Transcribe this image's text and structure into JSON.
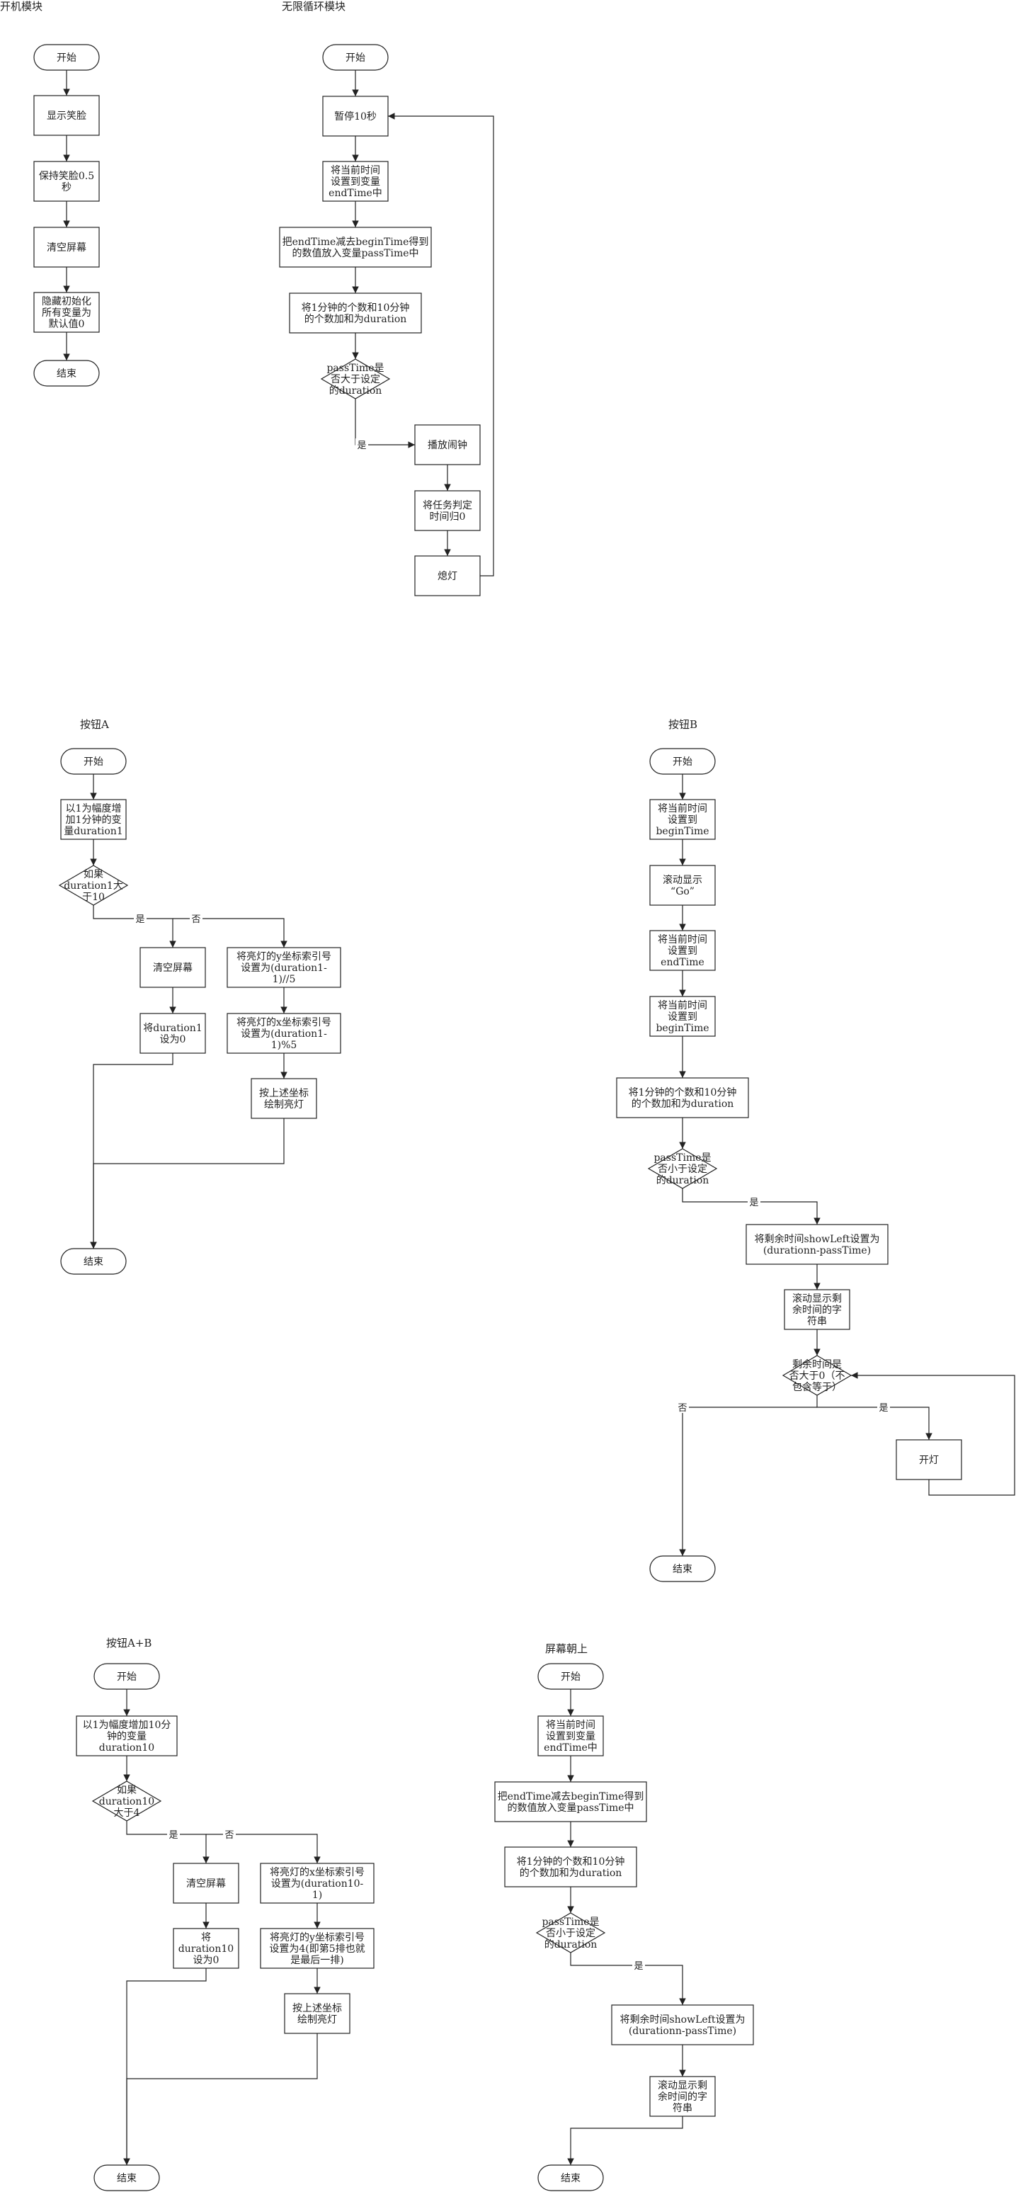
{
  "sections": [
    {
      "id": "boot",
      "title": "开机模块"
    },
    {
      "id": "loop",
      "title": "无限循环模块"
    },
    {
      "id": "btnA",
      "title": "按钮A"
    },
    {
      "id": "btnB",
      "title": "按钮B"
    },
    {
      "id": "btnAB",
      "title": "按钮A+B"
    },
    {
      "id": "screenUp",
      "title": "屏幕朝上"
    }
  ],
  "nodes": [
    {
      "id": "boot_start",
      "type": "terminal",
      "text": "开始"
    },
    {
      "id": "boot_1",
      "type": "process",
      "text": "显示笑脸"
    },
    {
      "id": "boot_2",
      "type": "process",
      "text": "保持笑脸0.5\n秒"
    },
    {
      "id": "boot_3",
      "type": "process",
      "text": "清空屏幕"
    },
    {
      "id": "boot_4",
      "type": "process",
      "text": "隐藏初始化\n所有变量为\n默认值0"
    },
    {
      "id": "boot_end",
      "type": "terminal",
      "text": "结束"
    },
    {
      "id": "loop_start",
      "type": "terminal",
      "text": "开始"
    },
    {
      "id": "loop_1",
      "type": "process",
      "text": "暂停10秒"
    },
    {
      "id": "loop_2",
      "type": "process",
      "text": "将当前时间\n设置到变量\nendTime中"
    },
    {
      "id": "loop_3",
      "type": "process",
      "text": "把endTime减去beginTime得到\n的数值放入变量passTime中"
    },
    {
      "id": "loop_4",
      "type": "process",
      "text": "将1分钟的个数和10分钟\n的个数加和为duration"
    },
    {
      "id": "loop_d",
      "type": "decision",
      "text": "passTime是\n否大于设定\n的duration"
    },
    {
      "id": "loop_5",
      "type": "process",
      "text": "播放闹钟"
    },
    {
      "id": "loop_6",
      "type": "process",
      "text": "将任务判定\n时间归0"
    },
    {
      "id": "loop_7",
      "type": "process",
      "text": "熄灯"
    },
    {
      "id": "a_start",
      "type": "terminal",
      "text": "开始"
    },
    {
      "id": "a_1",
      "type": "process",
      "text": "以1为幅度增\n加1分钟的变\n量duration1"
    },
    {
      "id": "a_d",
      "type": "decision",
      "text": "如果\nduration1大\n于10"
    },
    {
      "id": "a_y1",
      "type": "process",
      "text": "清空屏幕"
    },
    {
      "id": "a_y2",
      "type": "process",
      "text": "将duration1\n设为0"
    },
    {
      "id": "a_n1",
      "type": "process",
      "text": "将亮灯的y坐标索引号\n设置为(duration1-\n1)//5"
    },
    {
      "id": "a_n2",
      "type": "process",
      "text": "将亮灯的x坐标索引号\n设置为(duration1-\n1)%5"
    },
    {
      "id": "a_n3",
      "type": "process",
      "text": "按上述坐标\n绘制亮灯"
    },
    {
      "id": "a_end",
      "type": "terminal",
      "text": "结束"
    },
    {
      "id": "b_start",
      "type": "terminal",
      "text": "开始"
    },
    {
      "id": "b_1",
      "type": "process",
      "text": "将当前时间\n设置到\nbeginTime"
    },
    {
      "id": "b_2",
      "type": "process",
      "text": "滚动显示\n“Go”"
    },
    {
      "id": "b_3",
      "type": "process",
      "text": "将当前时间\n设置到\nendTime"
    },
    {
      "id": "b_4",
      "type": "process",
      "text": "将当前时间\n设置到\nbeginTime"
    },
    {
      "id": "b_5",
      "type": "process",
      "text": "将1分钟的个数和10分钟\n的个数加和为duration"
    },
    {
      "id": "b_d1",
      "type": "decision",
      "text": "passTime是\n否小于设定\n的duration"
    },
    {
      "id": "b_6",
      "type": "process",
      "text": "将剩余时间showLeft设置为\n(durationn-passTime)"
    },
    {
      "id": "b_7",
      "type": "process",
      "text": "滚动显示剩\n余时间的字\n符串"
    },
    {
      "id": "b_d2",
      "type": "decision",
      "text": "剩余时间是\n否大于0（不\n包含等于）"
    },
    {
      "id": "b_8",
      "type": "process",
      "text": "开灯"
    },
    {
      "id": "b_end",
      "type": "terminal",
      "text": "结束"
    },
    {
      "id": "ab_start",
      "type": "terminal",
      "text": "开始"
    },
    {
      "id": "ab_1",
      "type": "process",
      "text": "以1为幅度增加10分\n钟的变量\nduration10"
    },
    {
      "id": "ab_d",
      "type": "decision",
      "text": "如果\nduration10\n大于4"
    },
    {
      "id": "ab_y1",
      "type": "process",
      "text": "清空屏幕"
    },
    {
      "id": "ab_y2",
      "type": "process",
      "text": "将\nduration10\n设为0"
    },
    {
      "id": "ab_n1",
      "type": "process",
      "text": "将亮灯的x坐标索引号\n设置为(duration10-\n1)"
    },
    {
      "id": "ab_n2",
      "type": "process",
      "text": "将亮灯的y坐标索引号\n设置为4(即第5排也就\n是最后一排)"
    },
    {
      "id": "ab_n3",
      "type": "process",
      "text": "按上述坐标\n绘制亮灯"
    },
    {
      "id": "ab_end",
      "type": "terminal",
      "text": "结束"
    },
    {
      "id": "s_start",
      "type": "terminal",
      "text": "开始"
    },
    {
      "id": "s_1",
      "type": "process",
      "text": "将当前时间\n设置到变量\nendTime中"
    },
    {
      "id": "s_2",
      "type": "process",
      "text": "把endTime减去beginTime得到\n的数值放入变量passTime中"
    },
    {
      "id": "s_3",
      "type": "process",
      "text": "将1分钟的个数和10分钟\n的个数加和为duration"
    },
    {
      "id": "s_d",
      "type": "decision",
      "text": "passTime是\n否小于设定\n的duration"
    },
    {
      "id": "s_4",
      "type": "process",
      "text": "将剩余时间showLeft设置为\n(durationn-passTime)"
    },
    {
      "id": "s_5",
      "type": "process",
      "text": "滚动显示剩\n余时间的字\n符串"
    },
    {
      "id": "s_end",
      "type": "terminal",
      "text": "结束"
    }
  ],
  "edges": [
    {
      "from": "boot_start",
      "to": "boot_1"
    },
    {
      "from": "boot_1",
      "to": "boot_2"
    },
    {
      "from": "boot_2",
      "to": "boot_3"
    },
    {
      "from": "boot_3",
      "to": "boot_4"
    },
    {
      "from": "boot_4",
      "to": "boot_end"
    },
    {
      "from": "loop_start",
      "to": "loop_1"
    },
    {
      "from": "loop_1",
      "to": "loop_2"
    },
    {
      "from": "loop_2",
      "to": "loop_3"
    },
    {
      "from": "loop_3",
      "to": "loop_4"
    },
    {
      "from": "loop_4",
      "to": "loop_d"
    },
    {
      "from": "loop_d",
      "to": "loop_5",
      "label": "是"
    },
    {
      "from": "loop_5",
      "to": "loop_6"
    },
    {
      "from": "loop_6",
      "to": "loop_7"
    },
    {
      "from": "loop_7",
      "to": "loop_1"
    },
    {
      "from": "a_start",
      "to": "a_1"
    },
    {
      "from": "a_1",
      "to": "a_d"
    },
    {
      "from": "a_d",
      "to": "a_y1",
      "label": "是"
    },
    {
      "from": "a_d",
      "to": "a_n1",
      "label": "否"
    },
    {
      "from": "a_y1",
      "to": "a_y2"
    },
    {
      "from": "a_n1",
      "to": "a_n2"
    },
    {
      "from": "a_n2",
      "to": "a_n3"
    },
    {
      "from": "a_y2",
      "to": "a_end"
    },
    {
      "from": "a_n3",
      "to": "a_end"
    },
    {
      "from": "b_start",
      "to": "b_1"
    },
    {
      "from": "b_1",
      "to": "b_2"
    },
    {
      "from": "b_2",
      "to": "b_3"
    },
    {
      "from": "b_3",
      "to": "b_4"
    },
    {
      "from": "b_4",
      "to": "b_5"
    },
    {
      "from": "b_5",
      "to": "b_d1"
    },
    {
      "from": "b_d1",
      "to": "b_6",
      "label": "是"
    },
    {
      "from": "b_6",
      "to": "b_7"
    },
    {
      "from": "b_7",
      "to": "b_d2"
    },
    {
      "from": "b_d2",
      "to": "b_8",
      "label": "是"
    },
    {
      "from": "b_8",
      "to": "b_d2"
    },
    {
      "from": "b_d2",
      "to": "b_end",
      "label": "否"
    },
    {
      "from": "ab_start",
      "to": "ab_1"
    },
    {
      "from": "ab_1",
      "to": "ab_d"
    },
    {
      "from": "ab_d",
      "to": "ab_y1",
      "label": "是"
    },
    {
      "from": "ab_d",
      "to": "ab_n1",
      "label": "否"
    },
    {
      "from": "ab_y1",
      "to": "ab_y2"
    },
    {
      "from": "ab_n1",
      "to": "ab_n2"
    },
    {
      "from": "ab_n2",
      "to": "ab_n3"
    },
    {
      "from": "ab_y2",
      "to": "ab_end"
    },
    {
      "from": "ab_n3",
      "to": "ab_end"
    },
    {
      "from": "s_start",
      "to": "s_1"
    },
    {
      "from": "s_1",
      "to": "s_2"
    },
    {
      "from": "s_2",
      "to": "s_3"
    },
    {
      "from": "s_3",
      "to": "s_d"
    },
    {
      "from": "s_d",
      "to": "s_4",
      "label": "是"
    },
    {
      "from": "s_4",
      "to": "s_5"
    },
    {
      "from": "s_5",
      "to": "s_end"
    }
  ],
  "colors": {
    "stroke": "#222222",
    "text": "#222222",
    "fill": "#ffffff"
  }
}
